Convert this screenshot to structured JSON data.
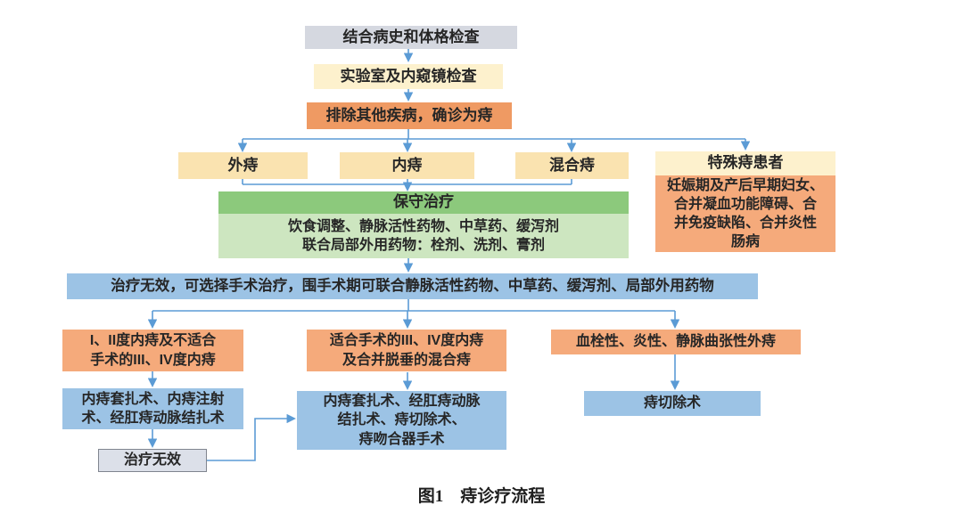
{
  "figure": {
    "caption": "图1　痔诊疗流程"
  },
  "palette": {
    "box_gray": "#d5d8e0",
    "box_pale_yellow": "#fdf1cd",
    "box_tan": "#fae3b0",
    "box_orange": "#ef9a63",
    "box_light_orange": "#f5aa7b",
    "box_green_header": "#8cc97c",
    "box_green_body": "#cde6c0",
    "box_blue": "#9cc3e5",
    "box_gray_outlined": "#dce0e9",
    "connector_blue": "#5b9bd5",
    "text": "#262626"
  },
  "flowchart": {
    "nodes": {
      "history_exam": "结合病史和体格检查",
      "lab_endoscopy": "实验室及内窥镜检查",
      "confirm_diagnosis": "排除其他疾病，确诊为痔",
      "external": "外痔",
      "internal": "内痔",
      "mixed": "混合痔",
      "special_header": "特殊痔患者",
      "special_body": [
        "妊娠期及产后早期妇女、",
        "合并凝血功能障碍、合",
        "并免疫缺陷、合并炎性",
        "肠病"
      ],
      "conservative_header": "保守治疗",
      "conservative_body": [
        "饮食调整、静脉活性药物、中草药、缓泻剂",
        "联合局部外用药物：栓剂、洗剂、膏剂"
      ],
      "surgery_note": "治疗无效，可选择手术治疗，围手术期可联合静脉活性药物、中草药、缓泻剂、局部外用药物",
      "indication_left": [
        "I、II度内痔及不适合",
        "手术的III、IV度内痔"
      ],
      "indication_middle": [
        "适合手术的III、IV度内痔",
        "及合并脱垂的混合痔"
      ],
      "indication_right": "血栓性、炎性、静脉曲张性外痔",
      "procedure_left": [
        "内痔套扎术、内痔注射",
        "术、经肛痔动脉结扎术"
      ],
      "procedure_middle": [
        "内痔套扎术、经肛痔动脉",
        "结扎术、痔切除术、",
        "痔吻合器手术"
      ],
      "procedure_right": "痔切除术",
      "ineffective": "治疗无效"
    }
  }
}
